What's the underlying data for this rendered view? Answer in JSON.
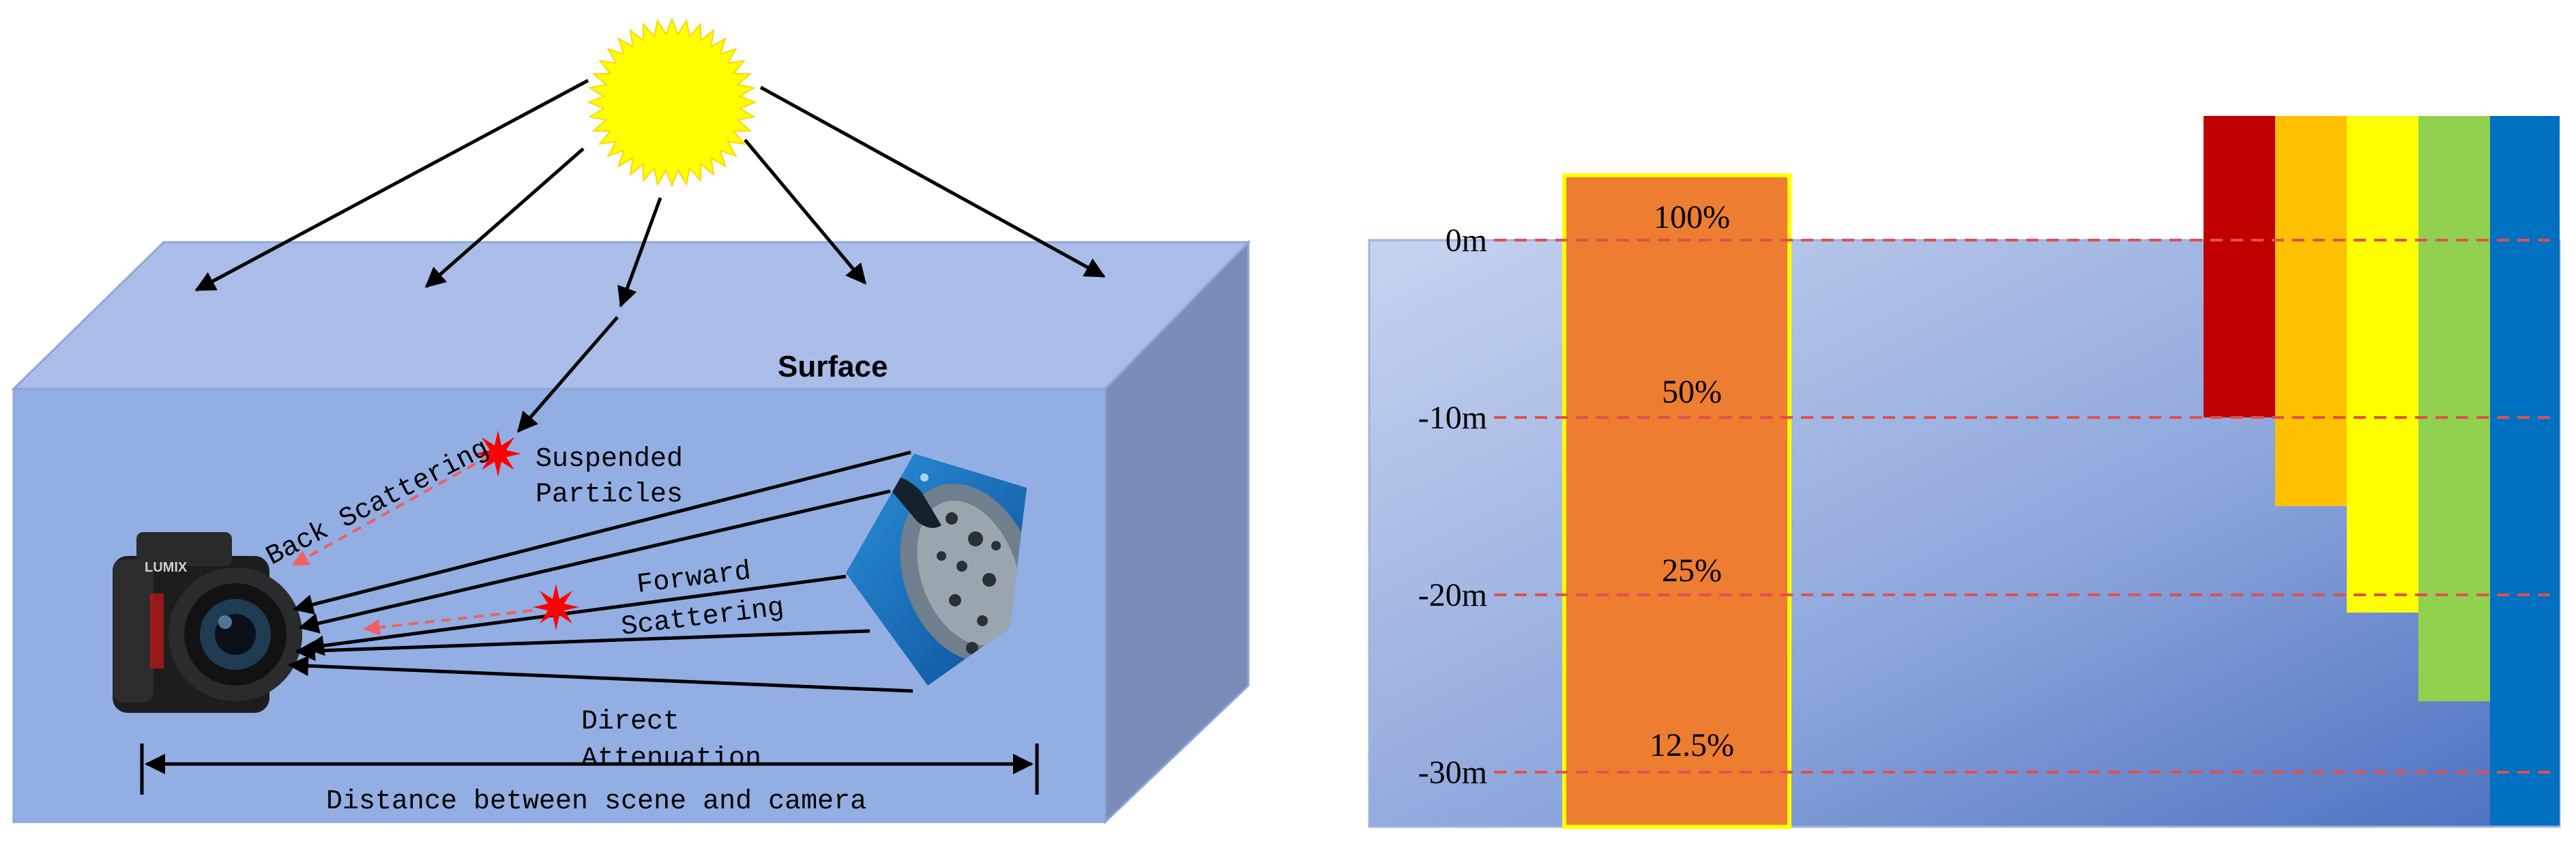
{
  "left_panel": {
    "surface_label": "Surface",
    "suspended_particles_line1": "Suspended",
    "suspended_particles_line2": "Particles",
    "back_scattering_label": "Back Scattering",
    "forward_scattering_line1": "Forward",
    "forward_scattering_line2": "Scattering",
    "direct_attenuation_line1": "Direct",
    "direct_attenuation_line2": "Attenuation",
    "distance_label": "Distance between scene and camera",
    "camera_brand": "LUMIX",
    "icons": [
      "sun-icon",
      "camera-icon",
      "particle-star-icon",
      "diver-scene-icon"
    ]
  },
  "right_panel": {
    "depth_labels": [
      "0m",
      "-10m",
      "-20m",
      "-30m"
    ],
    "intensity_labels": [
      "100%",
      "50%",
      "25%",
      "12.5%"
    ],
    "light_intensity_percent": [
      100,
      50,
      25,
      12.5
    ],
    "spectrum_colors": [
      {
        "color": "#c00000",
        "max_depth_m": 10
      },
      {
        "color": "#ffc000",
        "max_depth_m": 15
      },
      {
        "color": "#ffff00",
        "max_depth_m": 21
      },
      {
        "color": "#92d050",
        "max_depth_m": 26
      },
      {
        "color": "#0070c0",
        "max_depth_m": 33
      }
    ],
    "intensity_column_color": "#ed7d31",
    "depth_guide_color": "#e05050"
  }
}
